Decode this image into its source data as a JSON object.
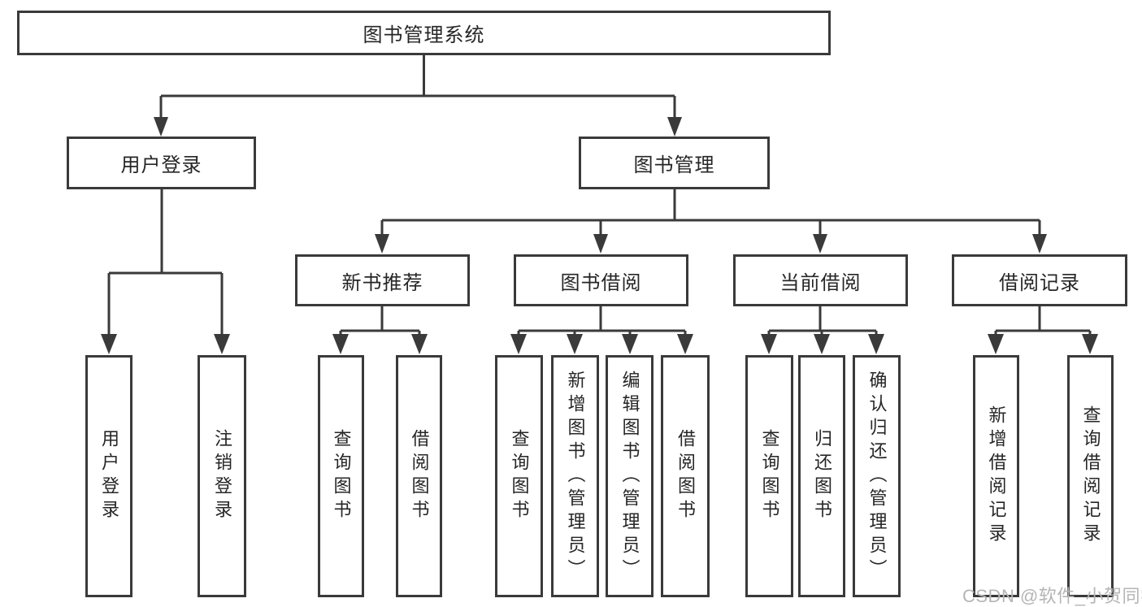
{
  "tree": {
    "label": "图书管理系统",
    "children": [
      {
        "label": "用户登录",
        "children": [
          {
            "label": "用户登录"
          },
          {
            "label": "注销登录"
          }
        ]
      },
      {
        "label": "图书管理",
        "children": [
          {
            "label": "新书推荐",
            "children": [
              {
                "label": "查询图书"
              },
              {
                "label": "借阅图书"
              }
            ]
          },
          {
            "label": "图书借阅",
            "children": [
              {
                "label": "查询图书"
              },
              {
                "label": "新增图书（管理员）"
              },
              {
                "label": "编辑图书（管理员）"
              },
              {
                "label": "借阅图书"
              }
            ]
          },
          {
            "label": "当前借阅",
            "children": [
              {
                "label": "查询图书"
              },
              {
                "label": "归还图书"
              },
              {
                "label": "确认归还（管理员）"
              }
            ]
          },
          {
            "label": "借阅记录",
            "children": [
              {
                "label": "新增借阅记录"
              },
              {
                "label": "查询借阅记录"
              }
            ]
          }
        ]
      }
    ]
  },
  "watermark": {
    "text": "CSDN @软件_小贺同学"
  },
  "colors": {
    "line": "#3a3a3a",
    "text": "#262626",
    "background": "#ffffff",
    "watermark": "#b5b5b5"
  }
}
